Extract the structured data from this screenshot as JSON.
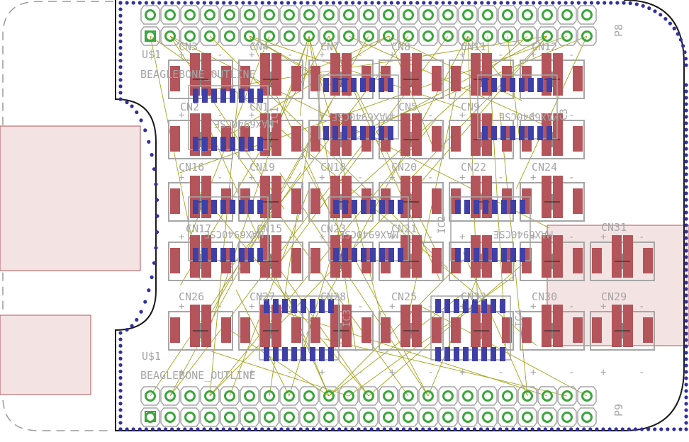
{
  "board": {
    "header_top": "P8",
    "header_bottom": "P9",
    "outline_label_top": "U$1",
    "outline_name_top": "BEAGLEBONE_OUTLINE",
    "outline_label_bottom": "U$1",
    "outline_name_bottom": "BEAGLEBONE_OUTLINE"
  },
  "colors": {
    "pad": "#b3555a",
    "smd": "#3f3fa8",
    "via_ring": "#3aa63a",
    "silk": "#a6a6a6",
    "airwire": "#a3a31a",
    "border_dots": "#3030a0",
    "outline": "#1a1a1a"
  },
  "connector_labels": {
    "row1": [
      "CN3",
      "CN4",
      "CN7",
      "CN8",
      "CN11",
      "CN12"
    ],
    "row2": [
      "CN16",
      "CN19",
      "CN18",
      "CN20",
      "CN22",
      "CN24"
    ],
    "row3": [
      "CN26",
      "CN27",
      "CN28",
      "CN25",
      "CN32",
      "CN30"
    ],
    "right": [
      "CN31",
      "CN29"
    ],
    "obscured": [
      "CN2",
      "CN1",
      "CN5",
      "CN9",
      "CN17",
      "CN15",
      "CN23",
      "CN21"
    ]
  },
  "ic_labels": [
    "IC1",
    "IC2",
    "IC3",
    "IC4",
    "C3"
  ],
  "chip_text": [
    "MAX6940CSE",
    "MAX6940CSE",
    "MAX6940CSE",
    "MAX6940CSE",
    "MAX6940CSE",
    "MAX6940CSE"
  ],
  "polarity": [
    "+",
    "-"
  ]
}
